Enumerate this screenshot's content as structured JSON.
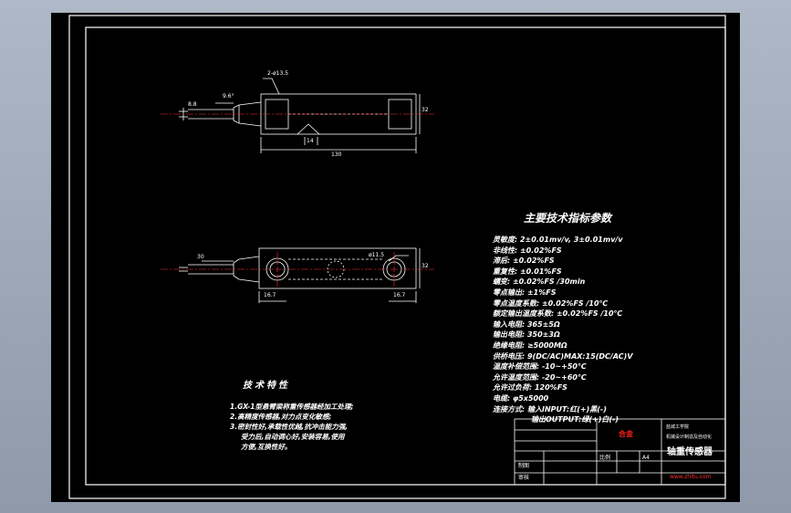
{
  "dimensions": {
    "hole_callout_top": "2-ø13.5",
    "angle": "9.6°",
    "left_dim": "8.8",
    "height_dim_top": "32",
    "notch_dim": "14",
    "length_dim": "130",
    "dim_30": "30",
    "hole_callout_bottom": "ø11.5",
    "bottom_left_dim": "16.7",
    "bottom_right_dim": "16.7",
    "height_dim_bottom": "32"
  },
  "params": {
    "title": "主要技术指标参数",
    "items": [
      "灵敏度: 2±0.01mv/v, 3±0.01mv/v",
      "非线性: ±0.02%FS",
      "滞后: ±0.02%FS",
      "重复性: ±0.01%FS",
      "蠕变: ±0.02%FS /30min",
      "零点输出: ±1%FS",
      "零点温度系数: ±0.02%FS /10℃",
      "额定输出温度系数: ±0.02%FS /10℃",
      "输入电阻: 365±5Ω",
      "输出电阻: 350±3Ω",
      "绝缘电阻: ≥5000MΩ",
      "供桥电压: 9(DC/AC)MAX:15(DC/AC)V",
      "温度补偿范围: -10~+50℃",
      "允许温度范围: -20~+60℃",
      "允许过负荷: 120%FS",
      "电缆: φ5x5000",
      "连接方式: 输入INPUT:红(+)黑(-)",
      "输出OUTPUT:绿(+)白(-)"
    ]
  },
  "tech": {
    "title": "技术特性",
    "items": [
      "1.GX-1型悬臂梁称重传感器经加工处理;",
      "2.高精度传感器,对力点变化敏感;",
      "3.密封性好,承载性优越,抗冲击能力强,",
      "受力后,自动调心好,安装容易,使用",
      "方便,互换性好。"
    ]
  },
  "title_block": {
    "stamp": "合金",
    "school_line1": "盐城工学院",
    "school_line2": "机械设计制造及自动化",
    "drawing_name": "轴重传感器",
    "scale_label": "比例",
    "code": "A4",
    "drawn_by": "制图",
    "checked_by": "审核",
    "footer_red": "www.zhitu.com"
  },
  "colors": {
    "line": "#ffffff",
    "centerline": "#ff3030",
    "accent_yellow": "#ffd000",
    "frame_bg": "#000000"
  }
}
